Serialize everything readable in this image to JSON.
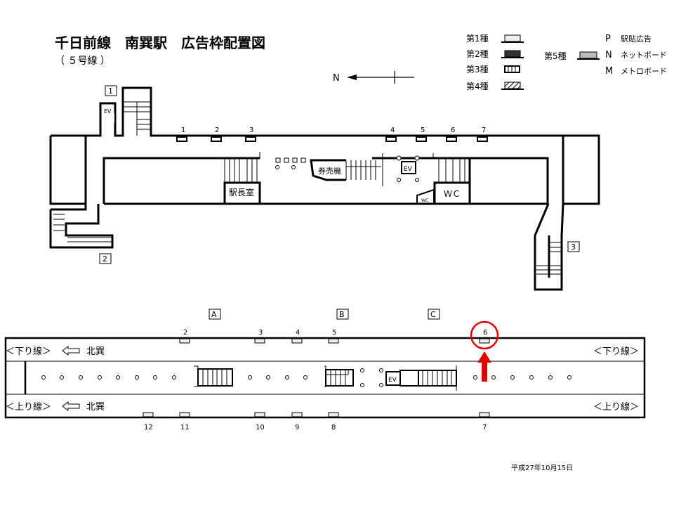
{
  "title": "千日前線　南巽駅　広告枠配置図",
  "subtitle": "（ ５号線 ）",
  "north": "N",
  "legend": {
    "types": [
      {
        "label": "第1種",
        "fill": "#eeeeee"
      },
      {
        "label": "第2種",
        "fill": "#333333"
      },
      {
        "label": "第3種",
        "fill": "striped"
      },
      {
        "label": "第4種",
        "fill": "hatched"
      }
    ],
    "type5": {
      "label": "第5種",
      "fill": "#bbbbbb"
    },
    "codes": [
      {
        "code": "P",
        "name": "駅貼広告"
      },
      {
        "code": "N",
        "name": "ネットボード"
      },
      {
        "code": "M",
        "name": "メトロボード"
      }
    ]
  },
  "concourse": {
    "exits": [
      "1",
      "2",
      "3"
    ],
    "ad_slots": [
      "1",
      "2",
      "3",
      "4",
      "5",
      "6",
      "7"
    ],
    "rooms": {
      "station_master": "駅長室",
      "ticket": "券売機",
      "wc": "ＷＣ",
      "wc_small": "WC",
      "ev": "EV"
    }
  },
  "platform": {
    "stairs_labels": [
      "A",
      "B",
      "C"
    ],
    "down_line": "＜下り線＞",
    "up_line": "＜上り線＞",
    "direction": "北巽",
    "ev": "EV",
    "top_slots": [
      "2",
      "3",
      "4",
      "5",
      "6"
    ],
    "bottom_slots": [
      "12",
      "11",
      "10",
      "9",
      "8",
      "7"
    ],
    "highlighted_slot": "6",
    "highlight_color": "#e00000"
  },
  "date": "平成27年10月15日"
}
